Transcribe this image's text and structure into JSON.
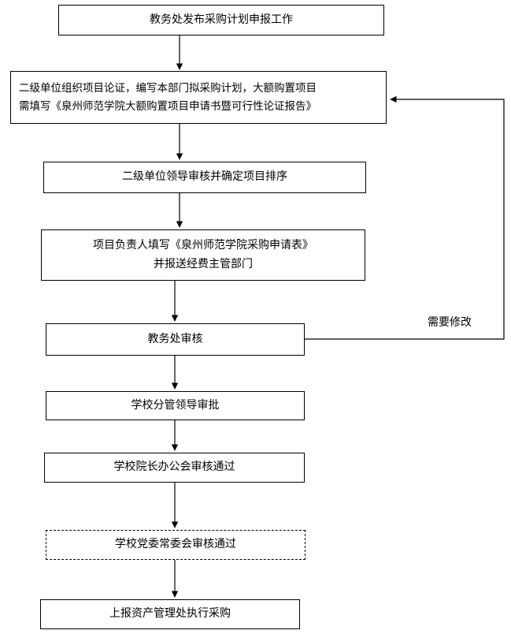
{
  "nodes": {
    "n1": "教务处发布采购计划申报工作",
    "n2_line1": "二级单位组织项目论证，编写本部门拟采购计划，大额购置项目",
    "n2_line2": "需填写《泉州师范学院大额购置项目申请书暨可行性论证报告》",
    "n3": "二级单位领导审核并确定项目排序",
    "n4_line1": "项目负责人填写《泉州师范学院采购申请表》",
    "n4_line2": "并报送经费主管部门",
    "n5": "教务处审核",
    "n6": "学校分管领导审批",
    "n7": "学校院长办公会审核通过",
    "n8": "学校党委常委会审核通过",
    "n9": "上报资产管理处执行采购"
  },
  "edges": {
    "feedback_label": "需要修改"
  }
}
